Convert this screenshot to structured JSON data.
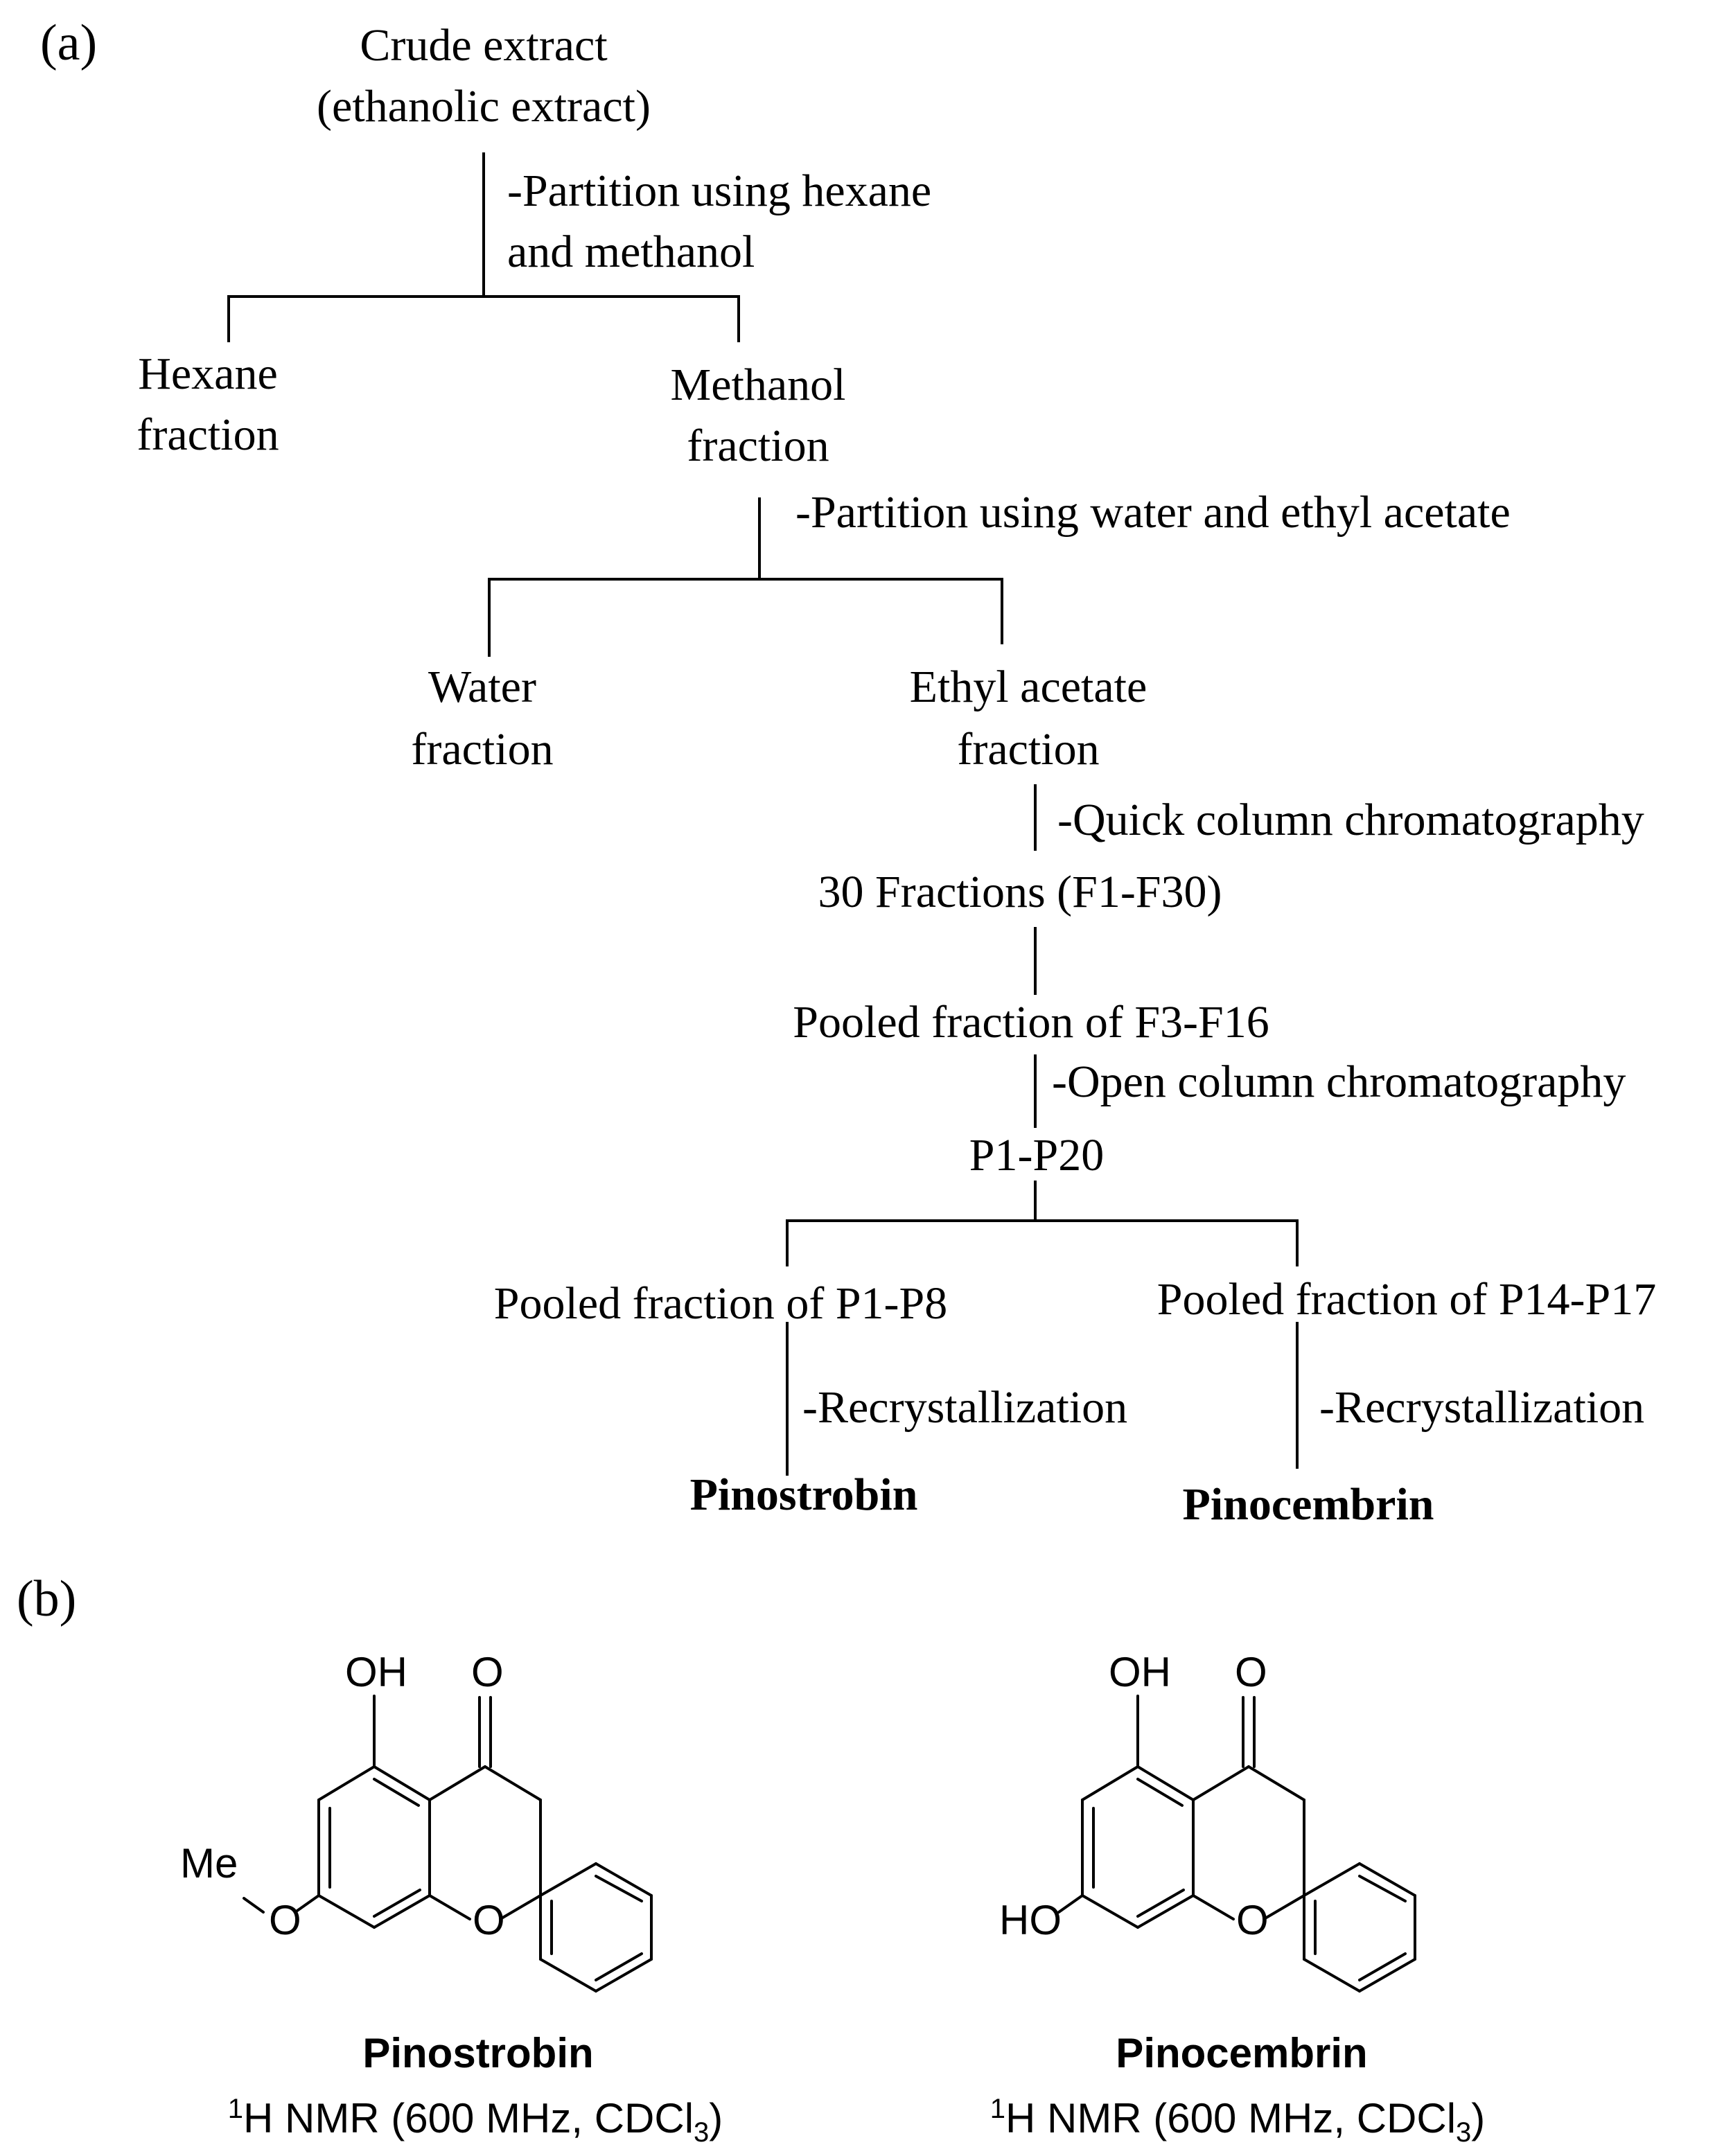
{
  "labels": {
    "a": "(a)",
    "b": "(b)"
  },
  "flow": {
    "crude": {
      "line1": "Crude extract",
      "line2": "(ethanolic extract)"
    },
    "step1": {
      "line1": "-Partition using hexane",
      "line2": "and methanol"
    },
    "hexane": {
      "line1": "Hexane",
      "line2": "fraction"
    },
    "methanol": {
      "line1": "Methanol",
      "line2": "fraction"
    },
    "step2": "-Partition using water and ethyl acetate",
    "water": {
      "line1": "Water",
      "line2": "fraction"
    },
    "ethyl": {
      "line1": "Ethyl acetate",
      "line2": "fraction"
    },
    "step3": "-Quick column chromatography",
    "fractions": "30 Fractions (F1-F30)",
    "pooled_f": "Pooled fraction of F3-F16",
    "step4": "-Open column chromatography",
    "p_range": "P1-P20",
    "pooled_p1": "Pooled fraction of P1-P8",
    "pooled_p14": "Pooled fraction  of P14-P17",
    "recryst_left": "-Recrystallization",
    "recryst_right": "-Recrystallization",
    "product_left": "Pinostrobin",
    "product_right": "Pinocembrin"
  },
  "structures": [
    {
      "name": "Pinostrobin",
      "atoms": {
        "oh": "OH",
        "ketone_o": "O",
        "ring_o": "O",
        "ether_o": "O",
        "substituent": "Me"
      },
      "nmr": {
        "prefix_sup": "1",
        "text": "H NMR (600 MHz, CDCl",
        "sub": "3",
        "suffix": ")"
      }
    },
    {
      "name": "Pinocembrin",
      "atoms": {
        "oh": "OH",
        "ketone_o": "O",
        "ring_o": "O",
        "substituent": "HO"
      },
      "nmr": {
        "prefix_sup": "1",
        "text": "H NMR (600 MHz, CDCl",
        "sub": "3",
        "suffix": ")"
      }
    }
  ]
}
